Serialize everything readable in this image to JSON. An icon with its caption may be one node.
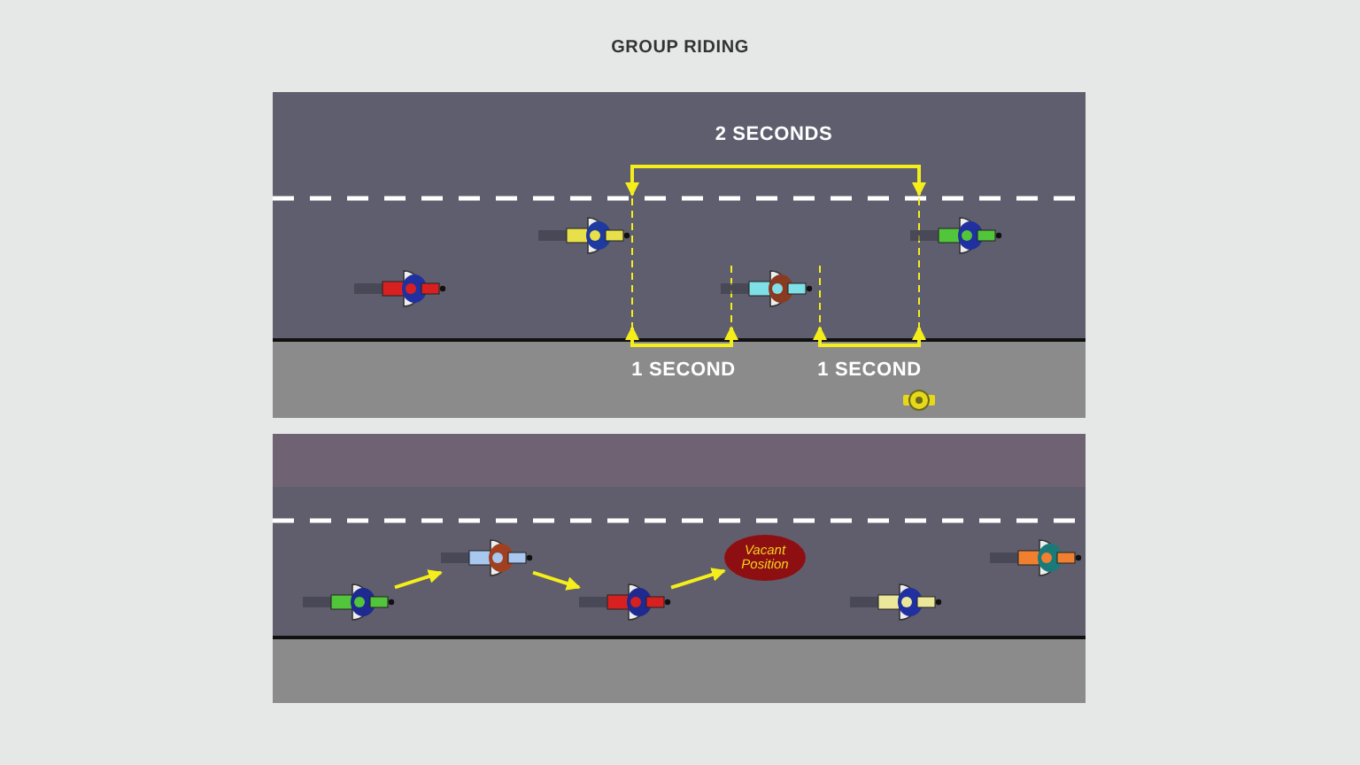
{
  "diagram": {
    "title": "GROUP RIDING",
    "nodes": [
      {
        "text": [],
        "shape": "picture"
      },
      {
        "text": [],
        "shape": "picture"
      },
      {
        "text": [],
        "shape": "picture"
      },
      {
        "text": [
          "Vacant Position"
        ]
      }
    ],
    "edges": [
      {
        "from": 0,
        "to": 1,
        "arrow": "to"
      },
      {
        "from": 1,
        "to": 2,
        "arrow": "to"
      },
      {
        "from": 2,
        "to": 3,
        "arrow": "to"
      }
    ],
    "labels": [
      "2 SECONDS",
      "1 SECOND",
      "1 SECOND"
    ]
  }
}
